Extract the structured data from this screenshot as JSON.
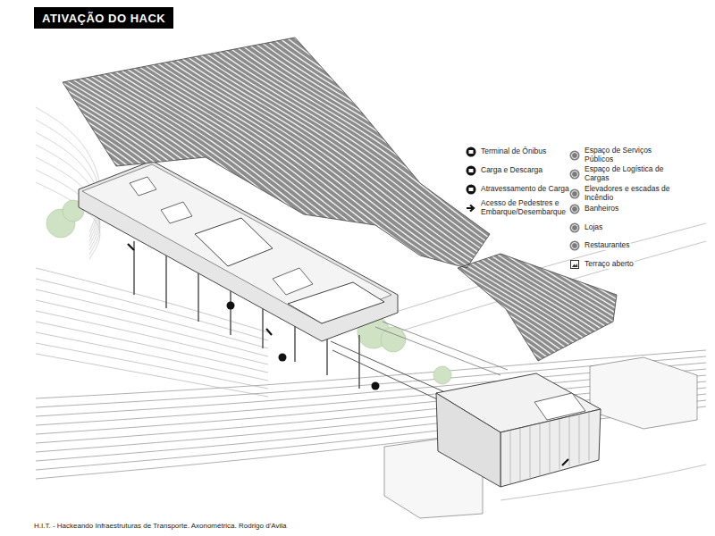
{
  "diagram": {
    "title": "ATIVAÇÃO DO HACK",
    "caption": "H.I.T. - Hackeando Infraestruturas de Transporte. Axonométrica. Rodrigo d'Avila",
    "legend": [
      {
        "text": "Terminal de Ônibus"
      },
      {
        "text": "Carga e Descarga"
      },
      {
        "text": "Atravessamento de Carga"
      },
      {
        "text": "Acesso de Pedestres e Embarque/Desembarque"
      },
      {
        "text": "Espaço de Serviços Públicos"
      },
      {
        "text": "Espaço de Logística de Cargas"
      },
      {
        "text": "Elevadores e escadas de Incêndio"
      },
      {
        "text": "Banheiros"
      },
      {
        "text": "Lojas"
      },
      {
        "text": "Restaurantes"
      },
      {
        "text": "Terraço aberto"
      }
    ]
  }
}
